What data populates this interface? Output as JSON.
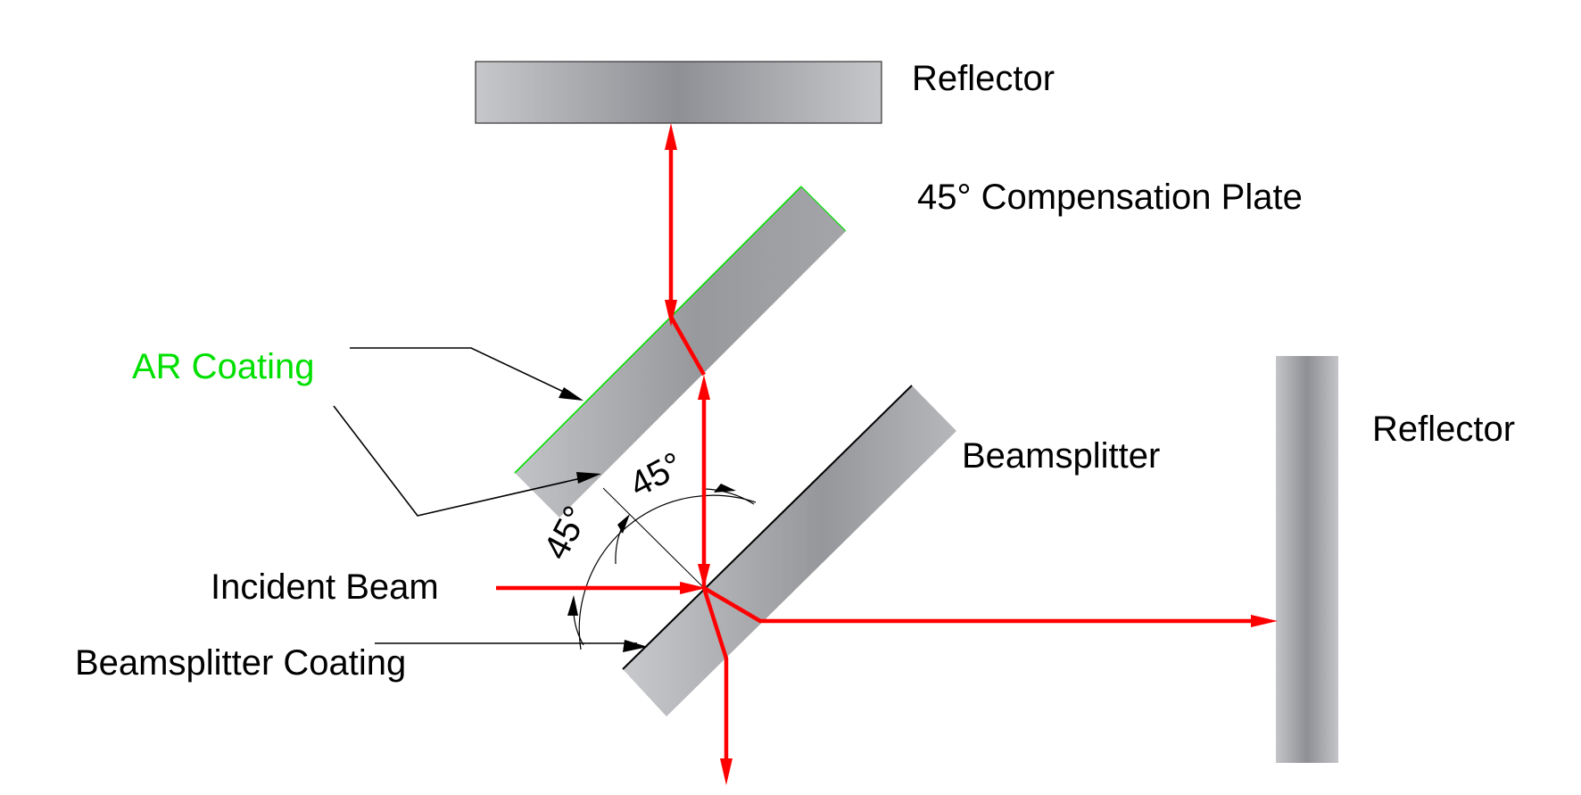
{
  "labels": {
    "reflector_top": "Reflector",
    "compensation_plate": "45° Compensation  Plate",
    "ar_coating": "AR Coating",
    "reflector_right": "Reflector",
    "beamsplitter": "Beamsplitter",
    "angle_left": "45°",
    "angle_right": "45°",
    "incident_beam": "Incident Beam",
    "beamsplitter_coating": "Beamsplitter  Coating"
  },
  "colors": {
    "beam": "#ff0000",
    "ar_coating": "#00e000",
    "optic_dark": "#8c8d92",
    "optic_light": "#c8c9cc"
  }
}
